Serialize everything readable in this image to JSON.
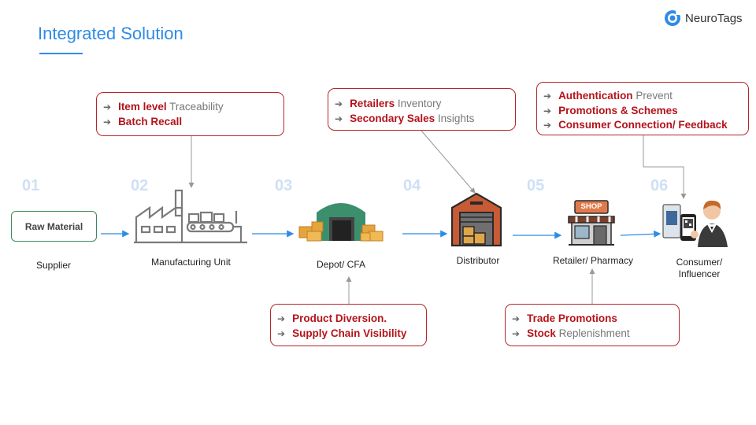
{
  "title": "Integrated Solution",
  "brand": {
    "name": "NeuroTags",
    "logo_icon": "neurotags-logo-icon"
  },
  "stages": [
    {
      "number": "01",
      "label": "Supplier",
      "box_label": "Raw Material"
    },
    {
      "number": "02",
      "label": "Manufacturing Unit",
      "icon": "factory-icon"
    },
    {
      "number": "03",
      "label": "Depot/ CFA",
      "icon": "warehouse-icon"
    },
    {
      "number": "04",
      "label": "Distributor",
      "icon": "distributor-warehouse-icon"
    },
    {
      "number": "05",
      "label": "Retailer/ Pharmacy",
      "icon": "shop-icon",
      "shop_sign": "SHOP"
    },
    {
      "number": "06",
      "label_line1": "Consumer/",
      "label_line2": "Influencer",
      "icon": "consumer-scanning-icon"
    }
  ],
  "callouts": {
    "manufacturing": [
      {
        "bold": "Item level",
        "rest": " Traceability"
      },
      {
        "bold": "Batch Recall",
        "rest": ""
      }
    ],
    "distributor": [
      {
        "bold": "Retailers",
        "rest": " Inventory"
      },
      {
        "bold": "Secondary Sales",
        "rest": " Insights"
      }
    ],
    "consumer": [
      {
        "bold": "Authentication",
        "rest": " Prevent"
      },
      {
        "bold": "Promotions & Schemes",
        "rest": ""
      },
      {
        "bold": "Consumer Connection/ Feedback",
        "rest": ""
      }
    ],
    "depot": [
      {
        "bold": "Product Diversion.",
        "rest": ""
      },
      {
        "bold": "Supply Chain Visibility",
        "rest": ""
      }
    ],
    "retailer": [
      {
        "bold": "Trade Promotions",
        "rest": ""
      },
      {
        "bold": "Stock",
        "rest": " Replenishment"
      }
    ]
  },
  "bullet_glyph": "➔",
  "colors": {
    "accent_blue": "#2f8be6",
    "callout_red": "#b3141b",
    "number_faded": "#cfe0f5",
    "raw_box_green": "#3a8a5e"
  }
}
